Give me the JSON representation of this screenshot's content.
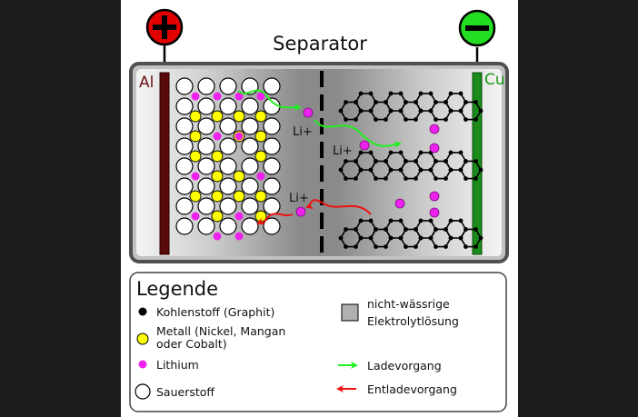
{
  "diagram": {
    "title": "Separator",
    "terminals": {
      "positive": {
        "symbol": "+",
        "color": "#e00000"
      },
      "negative": {
        "symbol": "−",
        "color": "#22dd22"
      }
    },
    "electrodes": {
      "left": {
        "label": "Al",
        "color": "#5a0a0a"
      },
      "right": {
        "label": "Cu",
        "color": "#1a8a1a"
      }
    },
    "ion_labels": [
      "Li+",
      "Li+",
      "Li+"
    ],
    "colors": {
      "lithium": "#ee22ee",
      "metal": "#ffff00",
      "oxygen": "#ffffff",
      "carbon": "#000000",
      "charge_arrow": "#22ee22",
      "discharge_arrow": "#ee1111"
    }
  },
  "legend": {
    "title": "Legende",
    "items": {
      "carbon": "Kohlenstoff (Graphit)",
      "metal_line1": "Metall (Nickel, Mangan",
      "metal_line2": "oder Cobalt)",
      "lithium": "Lithium",
      "oxygen": "Sauerstoff",
      "electrolyte_line1": "nicht-wässrige",
      "electrolyte_line2": "Elektrolytlösung",
      "charge": "Ladevorgang",
      "discharge": "Entladevorgang"
    }
  }
}
